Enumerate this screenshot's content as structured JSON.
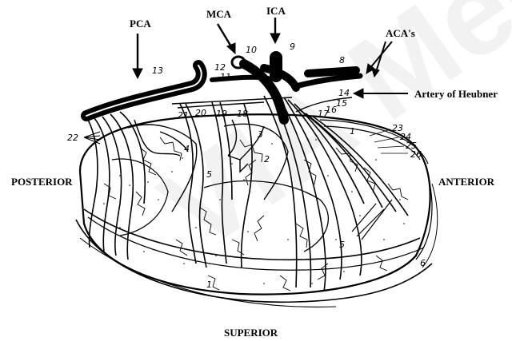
{
  "labels": {
    "pca": "PCA",
    "mca": "MCA",
    "ica": "ICA",
    "acas": "ACA's",
    "heubner": "Artery of Heubner",
    "posterior": "POSTERIOR",
    "anterior": "ANTERIOR",
    "superior": "SUPERIOR"
  },
  "numbers": {
    "n1a": "1",
    "n1b": "1",
    "n2": "2",
    "n3": "3",
    "n4": "4",
    "n5a": "5",
    "n5b": "5",
    "n6": "6",
    "n7": "7",
    "n8": "8",
    "n9": "9",
    "n10": "10",
    "n11": "11",
    "n12": "12",
    "n13": "13",
    "n14": "14",
    "n15": "15",
    "n16": "16",
    "n17": "17",
    "n18": "18",
    "n19": "19",
    "n20": "20",
    "n21": "21",
    "n22": "22",
    "n23": "23",
    "n24": "24",
    "n25": "25",
    "n26": "26"
  },
  "watermark": "VIA Medica"
}
